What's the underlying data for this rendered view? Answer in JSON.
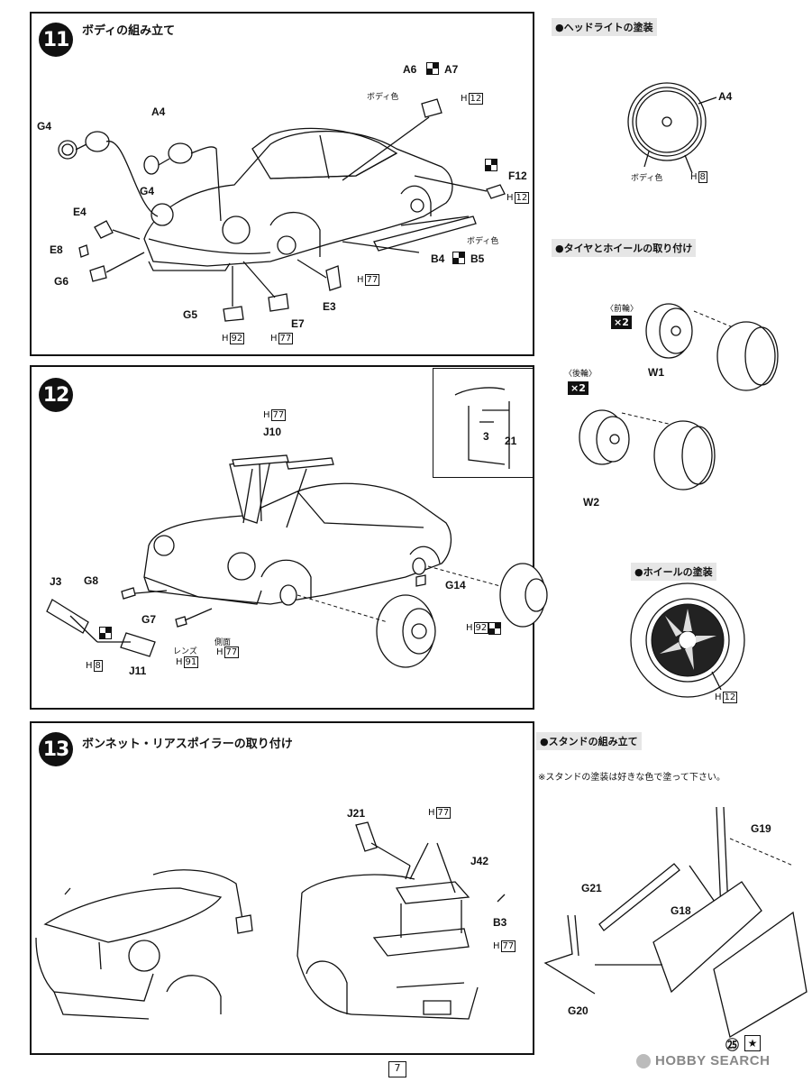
{
  "step11": {
    "num": "11",
    "title": "ボディの組み立て",
    "labels": {
      "a6": "A6",
      "a7": "A7",
      "body_color": "ボディ色",
      "h12": "H",
      "h12v": "12",
      "a4": "A4",
      "g4a": "G4",
      "g4b": "G4",
      "e4": "E4",
      "e8": "E8",
      "g6": "G6",
      "g5": "G5",
      "h92": "H",
      "h92v": "92",
      "e7": "E7",
      "h77": "H",
      "h77v": "77",
      "e3": "E3",
      "h77b": "H",
      "h77bv": "77",
      "b4": "B4",
      "b5": "B5",
      "body_color2": "ボディ色",
      "f12": "F12",
      "h12b": "H",
      "h12bv": "12"
    }
  },
  "step12": {
    "num": "12",
    "labels": {
      "h77": "H",
      "h77v": "77",
      "j10": "J10",
      "dim3": "3",
      "dim21": "21",
      "j3": "J3",
      "g8": "G8",
      "g7": "G7",
      "j11": "J11",
      "h8": "H",
      "h8v": "8",
      "lens": "レンズ",
      "h91": "H",
      "h91v": "91",
      "side": "側面",
      "h77b": "H",
      "h77bv": "77",
      "g14": "G14",
      "h92": "H",
      "h92v": "92"
    }
  },
  "step13": {
    "num": "13",
    "title": "ボンネット・リアスポイラーの取り付け",
    "labels": {
      "j21": "J21",
      "h77": "H",
      "h77v": "77",
      "j42": "J42",
      "b3": "B3",
      "h77b": "H",
      "h77bv": "77"
    }
  },
  "right": {
    "headlight": {
      "title": "●ヘッドライトの塗装",
      "a4": "A4",
      "body_color": "ボディ色",
      "h": "H",
      "hv": "8"
    },
    "tire": {
      "title": "●タイヤとホイールの取り付け",
      "front": "〈前輪〉",
      "rear": "〈後輪〉",
      "x2a": "×2",
      "x2b": "×2",
      "w1": "W1",
      "w2": "W2"
    },
    "wheelpaint": {
      "title": "●ホイールの塗装",
      "h": "H",
      "hv": "12"
    },
    "stand": {
      "title": "●スタンドの組み立て",
      "note": "※スタンドの塗装は好きな色で塗って下さい。",
      "g19": "G19",
      "g21": "G21",
      "g18": "G18",
      "g20": "G20",
      "num25": "㉕"
    }
  },
  "footer": {
    "page": "7",
    "watermark": "HOBBY SEARCH"
  }
}
